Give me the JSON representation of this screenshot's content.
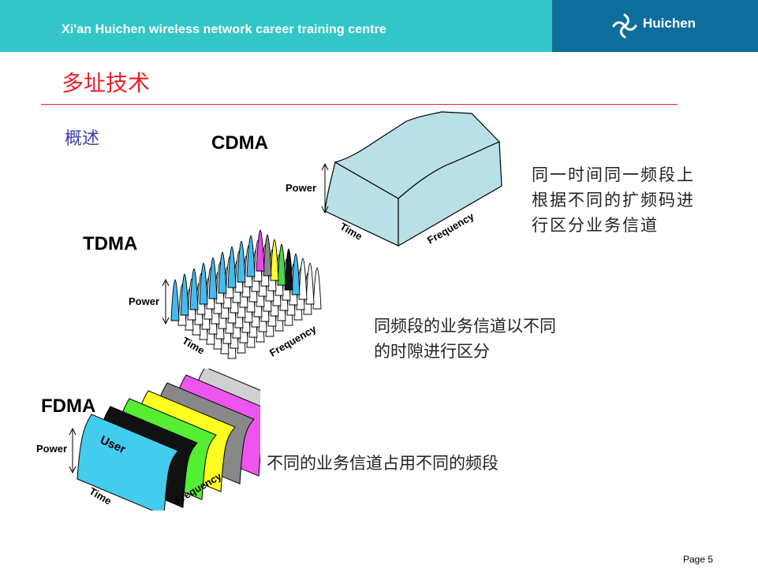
{
  "header": {
    "title": "Xi'an Huichen wireless network career training centre",
    "logo_text": "Huichen"
  },
  "page_title": "多址技术",
  "section_label": "概述",
  "diagrams": {
    "cdma": {
      "label": "CDMA",
      "power": "Power",
      "time": "Time",
      "frequency": "Frequency",
      "description_lines": [
        "同一时间同一频段上",
        "根据不同的扩频码进",
        "行区分业务信道"
      ]
    },
    "tdma": {
      "label": "TDMA",
      "power": "Power",
      "time": "Time",
      "frequency": "Frequency",
      "description_lines": [
        "同频段的业务信道以不同",
        "的时隙进行区分"
      ]
    },
    "fdma": {
      "label": "FDMA",
      "power": "Power",
      "time": "Time",
      "frequency": "Frequency",
      "user_label": "User",
      "description_lines": [
        "不同的业务信道占用不同的频段"
      ]
    }
  },
  "colors": {
    "header_bg": "#33c6c9",
    "logo_bg": "#0d6e9d",
    "title_red": "#e8212a",
    "section_blue": "#3c3fae",
    "cdma_block": "#b8e0e6"
  },
  "page_number": "Page 5"
}
